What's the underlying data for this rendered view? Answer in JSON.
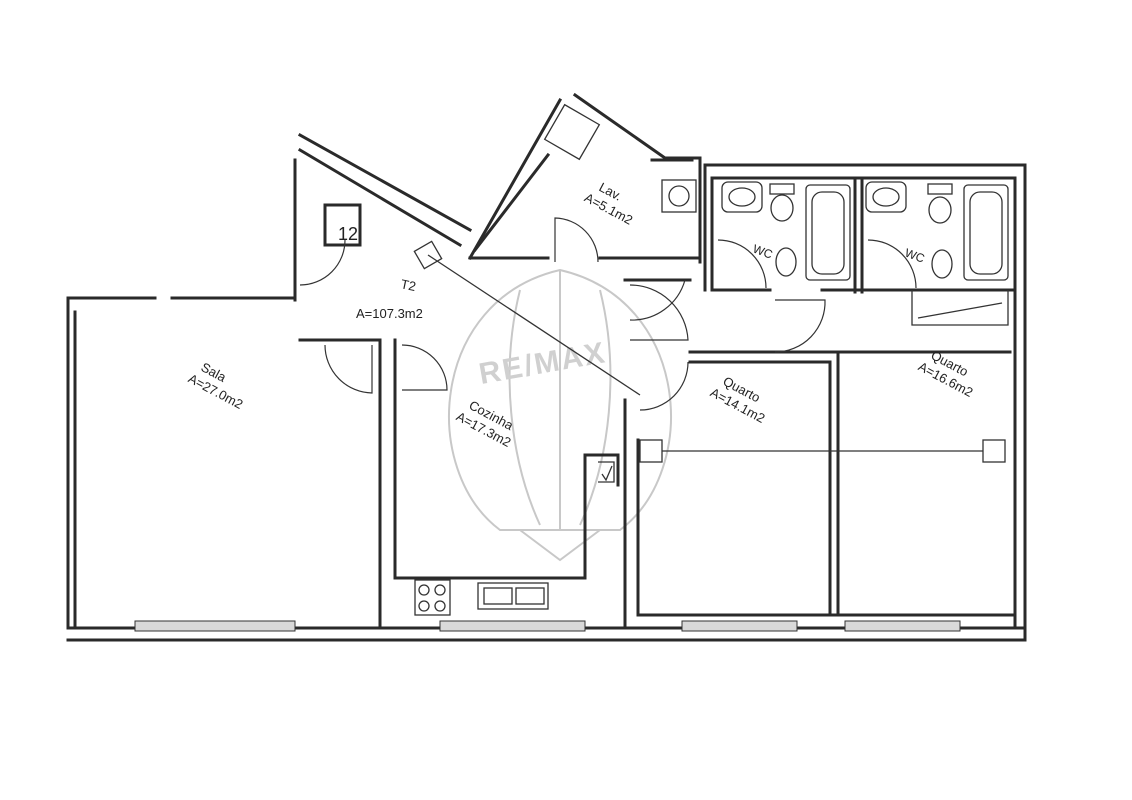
{
  "plan": {
    "stair_label": "12",
    "watermark": "RE/MAX",
    "rooms": {
      "t2": {
        "name": "T2",
        "area": "A=107.3m2"
      },
      "lav": {
        "name": "Lav.",
        "area": "A=5.1m2"
      },
      "sala": {
        "name": "Sala",
        "area": "A=27.0m2"
      },
      "cozinha": {
        "name": "Cozinha",
        "area": "A=17.3m2"
      },
      "quarto1": {
        "name": "Quarto",
        "area": "A=14.1m2"
      },
      "quarto2": {
        "name": "Quarto",
        "area": "A=16.6m2"
      },
      "wc1": {
        "name": "WC"
      },
      "wc2": {
        "name": "WC"
      }
    }
  }
}
